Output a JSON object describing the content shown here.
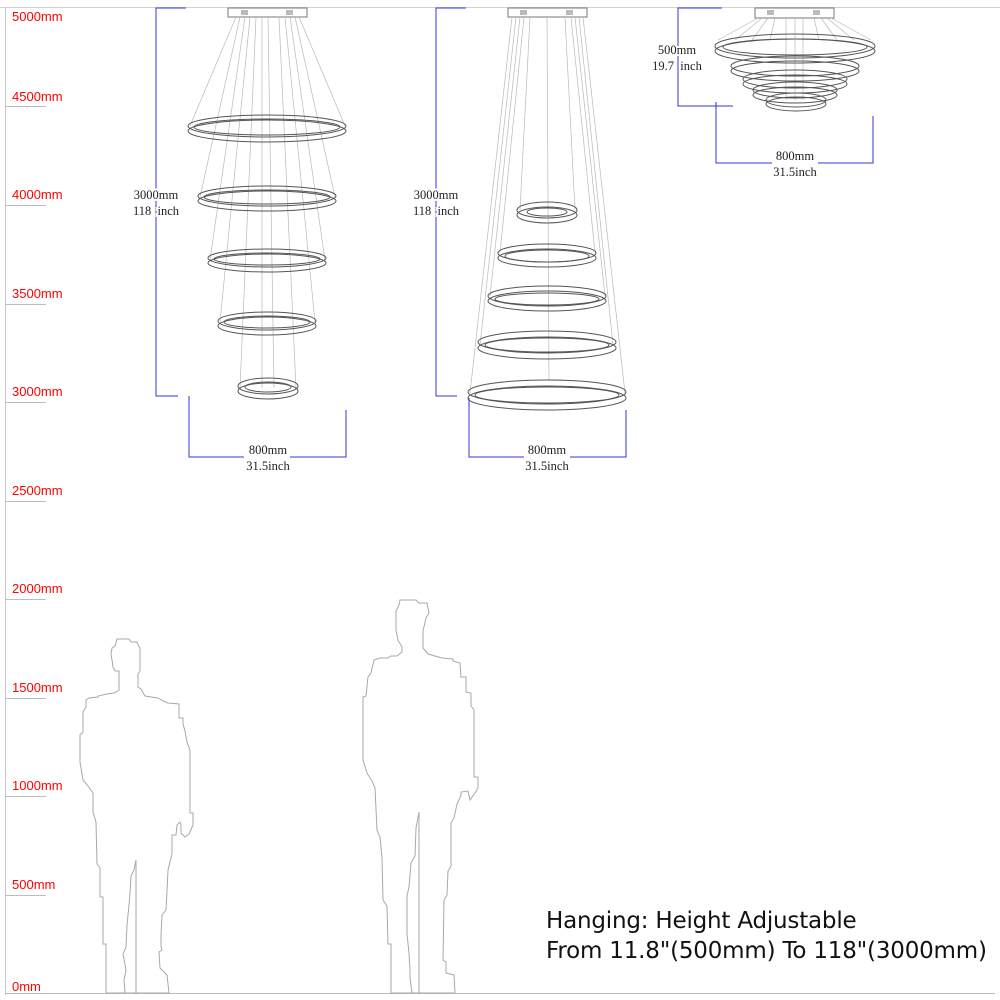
{
  "height_scale": {
    "labels": [
      "5000mm",
      "4500mm",
      "4000mm",
      "3500mm",
      "3000mm",
      "2500mm",
      "2000mm",
      "1500mm",
      "1000mm",
      "500mm",
      "0mm"
    ],
    "color": "#ff0000"
  },
  "fixture_long": {
    "height_mm": "3000mm",
    "height_in": "118  inch",
    "width_mm": "800mm",
    "width_in": "31.5inch",
    "rings": 5
  },
  "fixture_inverted": {
    "height_mm": "3000mm",
    "height_in": "118  inch",
    "width_mm": "800mm",
    "width_in": "31.5inch",
    "rings": 5
  },
  "fixture_short": {
    "height_mm": "500mm",
    "height_in": "19.7  inch",
    "width_mm": "800mm",
    "width_in": "31.5inch",
    "rings": 5
  },
  "caption": {
    "line1": "Hanging: Height Adjustable",
    "line2": "From 11.8\"(500mm) To 118\"(3000mm)"
  },
  "colors": {
    "dimension_line": "#3333dd",
    "scale_text": "#ff0000",
    "outline": "#555555"
  }
}
